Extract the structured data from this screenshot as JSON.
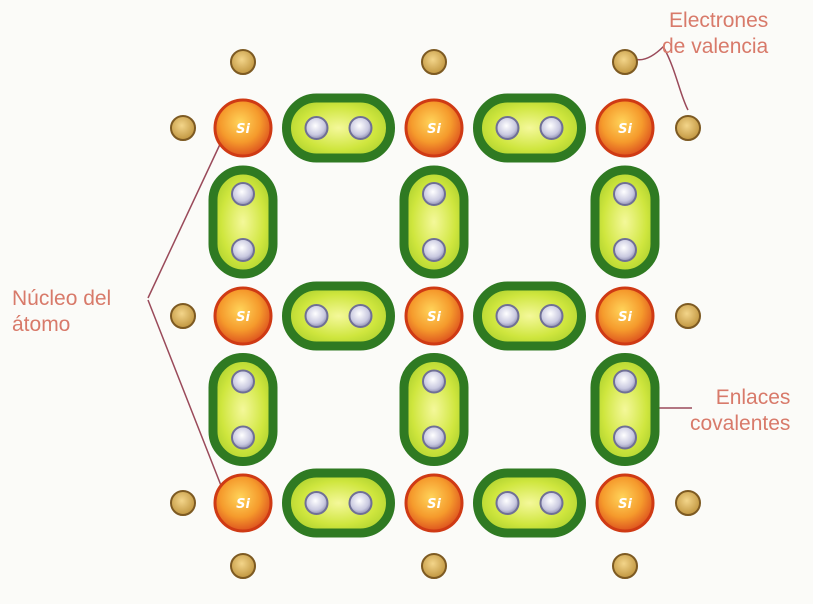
{
  "diagram": {
    "atom_symbol": "Si",
    "grid": {
      "rows": 3,
      "cols": 3
    },
    "colors": {
      "atom_core": "#f2a23a",
      "atom_edge": "#cf3a14",
      "bond_fill": "#c4e23a",
      "bond_edge": "#2f7a22",
      "bond_electron": "#9e9ec8",
      "valence_electron": "#c39a45",
      "label_text": "#d87a6a",
      "pointer_line": "#9a4a5a"
    },
    "labels": {
      "valence_line1": "Electrones",
      "valence_line2": "de valencia",
      "nucleus_line1": "Núcleo del",
      "nucleus_line2": "átomo",
      "covalent_line1": "Enlaces",
      "covalent_line2": "covalentes"
    }
  }
}
